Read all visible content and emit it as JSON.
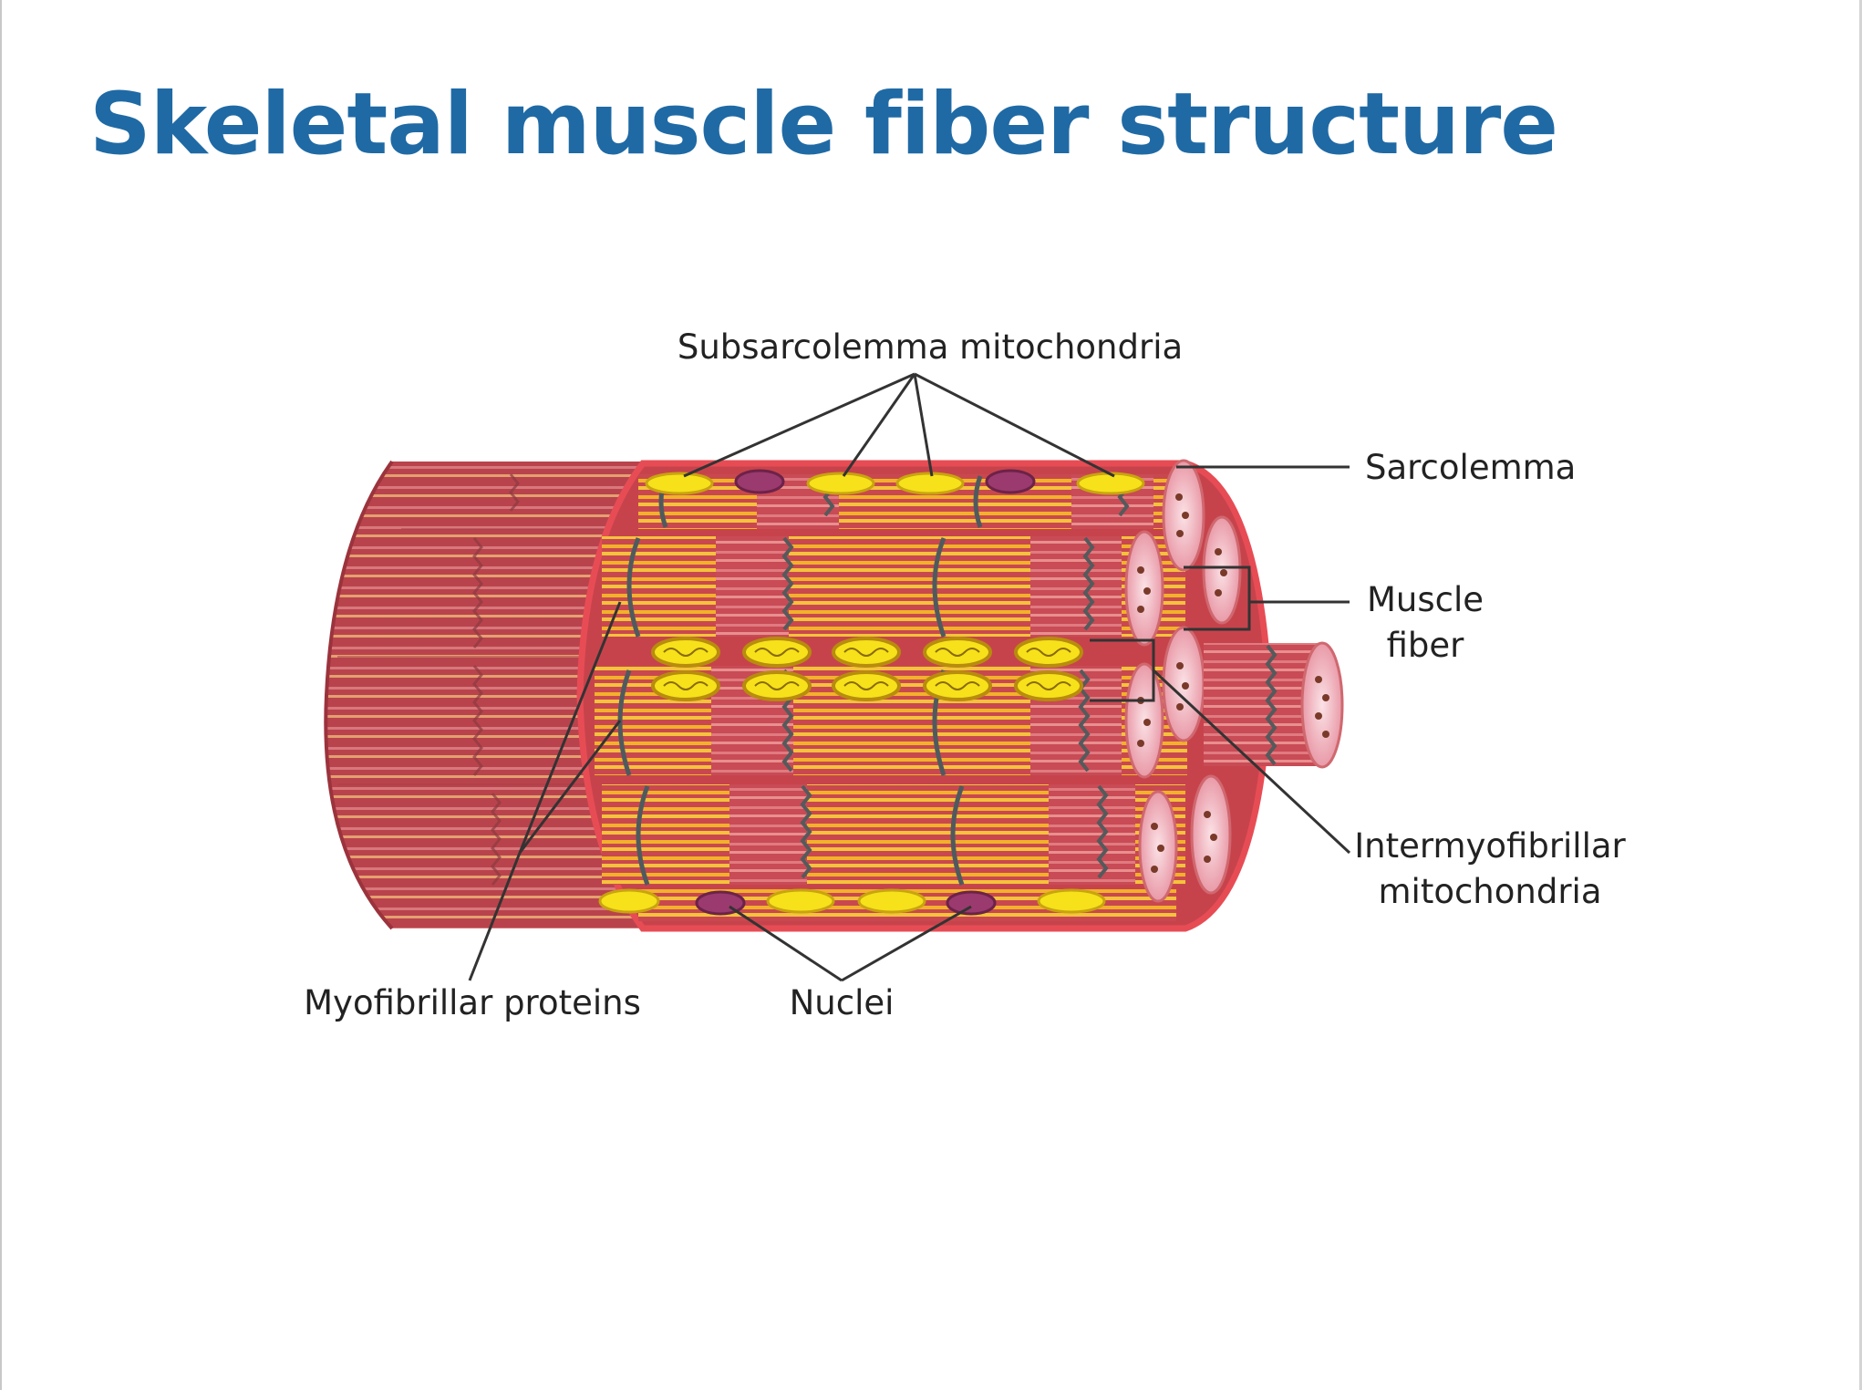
{
  "slide": {
    "title": "Skeletal muscle fiber structure"
  },
  "diagram": {
    "labels": {
      "subsarcolemma": "Subsarcolemma mitochondria",
      "sarcolemma": "Sarcolemma",
      "muscle_fiber_1": "Muscle",
      "muscle_fiber_2": "fiber",
      "intermyofibrillar_1": "Intermyofibrillar",
      "intermyofibrillar_2": "mitochondria",
      "myofibrillar": "Myofibrillar proteins",
      "nuclei": "Nuclei"
    },
    "colors": {
      "title": "#1f6aa5",
      "muscle_dark": "#b23b45",
      "muscle_mid": "#cd5a63",
      "muscle_light": "#e08a8f",
      "fiber_yellow": "#f2b12a",
      "mitochondria": "#f6e11b",
      "nucleus": "#9b3a6e",
      "sarcolemma": "#e74c55",
      "leader_line": "#333333"
    }
  }
}
